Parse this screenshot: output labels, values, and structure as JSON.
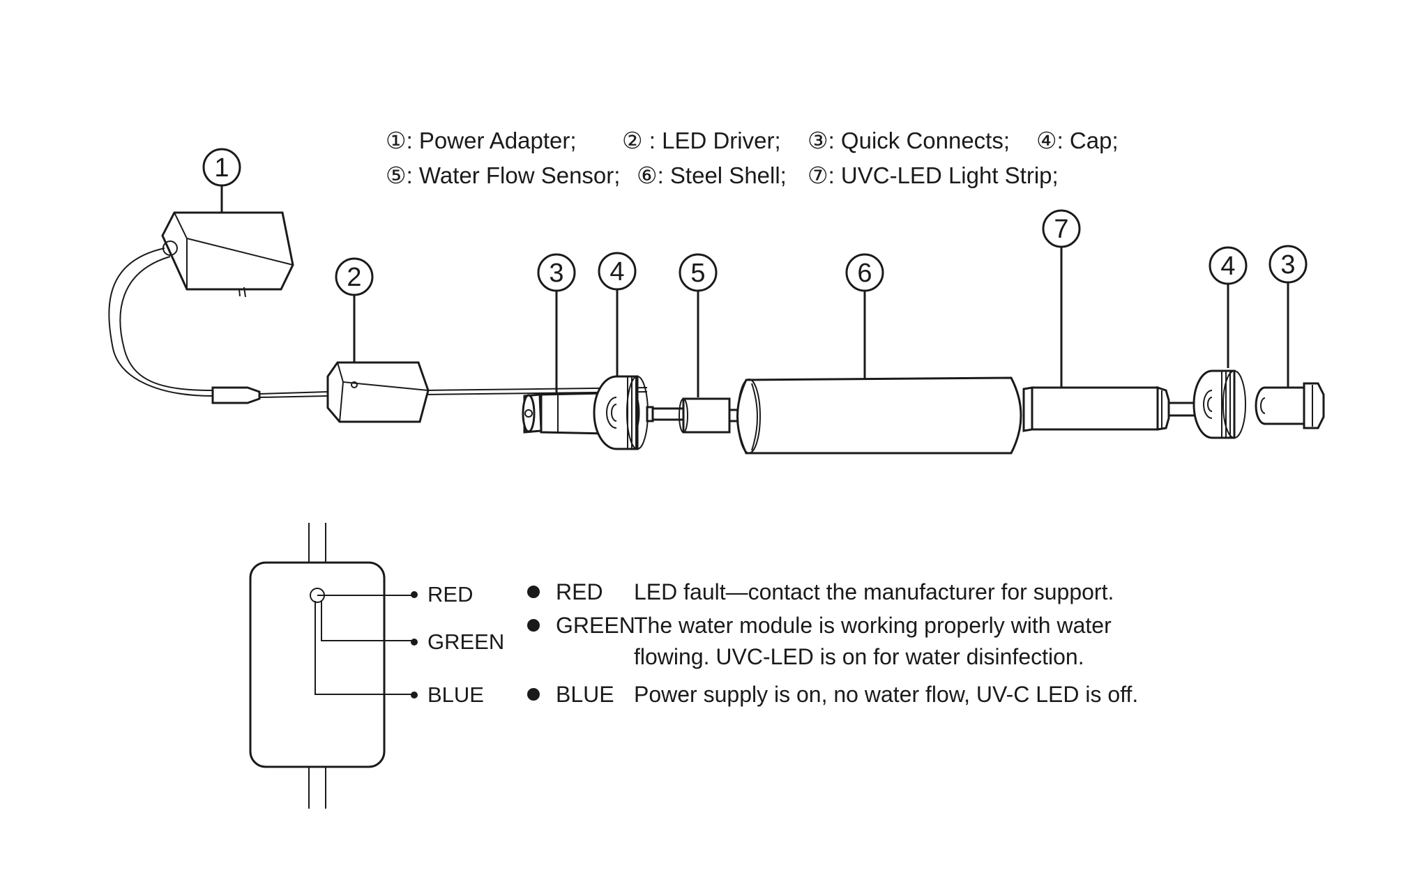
{
  "legend": {
    "row1": [
      "①: Power Adapter;",
      "② : LED Driver;",
      "③: Quick Connects;",
      "④: Cap;"
    ],
    "row2": [
      "⑤: Water Flow Sensor;",
      "⑥: Steel Shell;",
      "⑦: UVC-LED Light Strip;"
    ]
  },
  "callouts": [
    "1",
    "2",
    "3",
    "4",
    "5",
    "6",
    "7",
    "4",
    "3"
  ],
  "indicator": {
    "labels": [
      "RED",
      "GREEN",
      "BLUE"
    ]
  },
  "status_table": [
    {
      "color": "RED",
      "lines": [
        "LED fault—contact the manufacturer for support."
      ]
    },
    {
      "color": "GREEN",
      "lines": [
        "The water module is working properly with water",
        "flowing. UVC-LED is on for water disinfection."
      ]
    },
    {
      "color": "BLUE",
      "lines": [
        "Power supply is on, no water flow, UV-C LED is off."
      ]
    }
  ]
}
